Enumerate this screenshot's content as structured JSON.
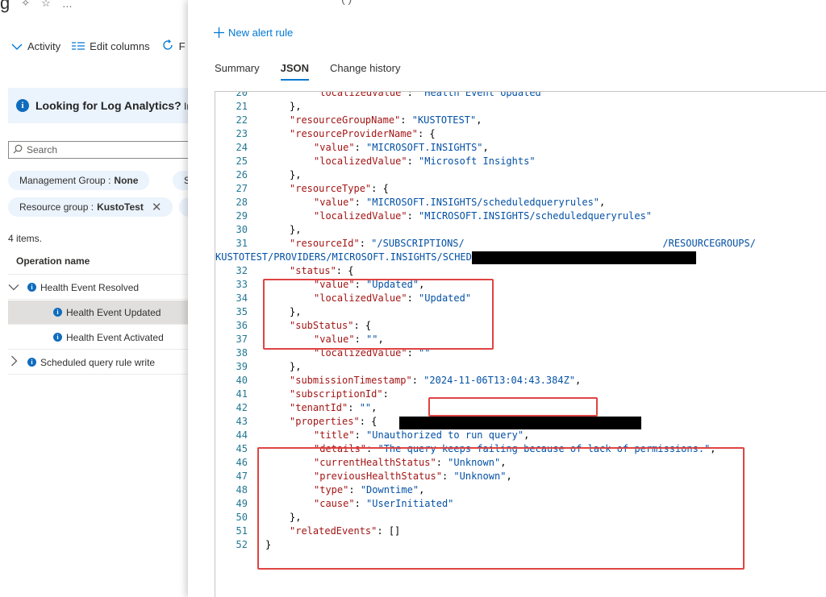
{
  "left": {
    "title_fragment": "g",
    "toolbar": {
      "activity_label": "Activity",
      "edit_columns_label": "Edit columns",
      "refresh_fragment": "F"
    },
    "banner": {
      "text": "Looking for Log Analytics?",
      "tail": " In"
    },
    "search": {
      "placeholder": "Search"
    },
    "filters": [
      {
        "prefix": "Management Group : ",
        "value": "None"
      },
      {
        "prefix": "S",
        "value": ""
      },
      {
        "prefix": "Resource group : ",
        "value": "KustoTest"
      }
    ],
    "items_count": "4 items.",
    "column_header": "Operation name",
    "rows": [
      {
        "label": "Health Event Resolved",
        "expanded": true
      },
      {
        "label": "Health Event Updated",
        "selected": true
      },
      {
        "label": "Health Event Activated"
      },
      {
        "label": "Scheduled query rule write",
        "expanded": false
      }
    ]
  },
  "panel": {
    "top_fragment": "(                    )",
    "new_alert_label": "New alert rule",
    "tabs": [
      {
        "label": "Summary",
        "active": false
      },
      {
        "label": "JSON",
        "active": true
      },
      {
        "label": "Change history",
        "active": false
      }
    ],
    "code_lines": [
      {
        "n": "20",
        "i": 2,
        "seg": [
          [
            "k",
            "\"localizedValue\""
          ],
          [
            "p",
            ": "
          ],
          [
            "s",
            "\"Health Event Updated\""
          ]
        ]
      },
      {
        "n": "21",
        "i": 1,
        "seg": [
          [
            "p",
            "},"
          ]
        ]
      },
      {
        "n": "22",
        "i": 1,
        "seg": [
          [
            "k",
            "\"resourceGroupName\""
          ],
          [
            "p",
            ": "
          ],
          [
            "s",
            "\"KUSTOTEST\""
          ],
          [
            "p",
            ","
          ]
        ]
      },
      {
        "n": "23",
        "i": 1,
        "seg": [
          [
            "k",
            "\"resourceProviderName\""
          ],
          [
            "p",
            ": {"
          ]
        ]
      },
      {
        "n": "24",
        "i": 2,
        "seg": [
          [
            "k",
            "\"value\""
          ],
          [
            "p",
            ": "
          ],
          [
            "s",
            "\"MICROSOFT.INSIGHTS\""
          ],
          [
            "p",
            ","
          ]
        ]
      },
      {
        "n": "25",
        "i": 2,
        "seg": [
          [
            "k",
            "\"localizedValue\""
          ],
          [
            "p",
            ": "
          ],
          [
            "s",
            "\"Microsoft Insights\""
          ]
        ]
      },
      {
        "n": "26",
        "i": 1,
        "seg": [
          [
            "p",
            "},"
          ]
        ]
      },
      {
        "n": "27",
        "i": 1,
        "seg": [
          [
            "k",
            "\"resourceType\""
          ],
          [
            "p",
            ": {"
          ]
        ]
      },
      {
        "n": "28",
        "i": 2,
        "seg": [
          [
            "k",
            "\"value\""
          ],
          [
            "p",
            ": "
          ],
          [
            "s",
            "\"MICROSOFT.INSIGHTS/scheduledqueryrules\""
          ],
          [
            "p",
            ","
          ]
        ]
      },
      {
        "n": "29",
        "i": 2,
        "seg": [
          [
            "k",
            "\"localizedValue\""
          ],
          [
            "p",
            ": "
          ],
          [
            "s",
            "\"MICROSOFT.INSIGHTS/scheduledqueryrules\""
          ]
        ]
      },
      {
        "n": "30",
        "i": 1,
        "seg": [
          [
            "p",
            "},"
          ]
        ]
      },
      {
        "n": "31",
        "i": 1,
        "seg": [
          [
            "k",
            "\"resourceId\""
          ],
          [
            "p",
            ": "
          ],
          [
            "s",
            "\"/SUBSCRIPTIONS/                                  /RESOURCEGROUPS/"
          ]
        ]
      },
      {
        "n": "",
        "i": 0,
        "seg": [
          [
            "s",
            "KUSTOTEST/PROVIDERS/MICROSOFT.INSIGHTS/SCHEDULEDQUERYRULES/TEST ALERT\""
          ],
          [
            "p",
            ","
          ]
        ]
      },
      {
        "n": "32",
        "i": 1,
        "seg": [
          [
            "k",
            "\"status\""
          ],
          [
            "p",
            ": {"
          ]
        ]
      },
      {
        "n": "33",
        "i": 2,
        "seg": [
          [
            "k",
            "\"value\""
          ],
          [
            "p",
            ": "
          ],
          [
            "s",
            "\"Updated\""
          ],
          [
            "p",
            ","
          ]
        ]
      },
      {
        "n": "34",
        "i": 2,
        "seg": [
          [
            "k",
            "\"localizedValue\""
          ],
          [
            "p",
            ": "
          ],
          [
            "s",
            "\"Updated\""
          ]
        ]
      },
      {
        "n": "35",
        "i": 1,
        "seg": [
          [
            "p",
            "},"
          ]
        ]
      },
      {
        "n": "36",
        "i": 1,
        "seg": [
          [
            "k",
            "\"subStatus\""
          ],
          [
            "p",
            ": {"
          ]
        ]
      },
      {
        "n": "37",
        "i": 2,
        "seg": [
          [
            "k",
            "\"value\""
          ],
          [
            "p",
            ": "
          ],
          [
            "s",
            "\"\""
          ],
          [
            "p",
            ","
          ]
        ]
      },
      {
        "n": "38",
        "i": 2,
        "seg": [
          [
            "k",
            "\"localizedValue\""
          ],
          [
            "p",
            ": "
          ],
          [
            "s",
            "\"\""
          ]
        ]
      },
      {
        "n": "39",
        "i": 1,
        "seg": [
          [
            "p",
            "},"
          ]
        ]
      },
      {
        "n": "40",
        "i": 1,
        "seg": [
          [
            "k",
            "\"submissionTimestamp\""
          ],
          [
            "p",
            ": "
          ],
          [
            "s",
            "\"2024-11-06T13:04:43.384Z\""
          ],
          [
            "p",
            ","
          ]
        ]
      },
      {
        "n": "41",
        "i": 1,
        "seg": [
          [
            "k",
            "\"subscriptionId\""
          ],
          [
            "p",
            ": "
          ]
        ]
      },
      {
        "n": "42",
        "i": 1,
        "seg": [
          [
            "k",
            "\"tenantId\""
          ],
          [
            "p",
            ": "
          ],
          [
            "s",
            "\"\""
          ],
          [
            "p",
            ","
          ]
        ]
      },
      {
        "n": "43",
        "i": 1,
        "seg": [
          [
            "k",
            "\"properties\""
          ],
          [
            "p",
            ": {"
          ]
        ]
      },
      {
        "n": "44",
        "i": 2,
        "seg": [
          [
            "k",
            "\"title\""
          ],
          [
            "p",
            ": "
          ],
          [
            "s",
            "\"Unauthorized to run query\""
          ],
          [
            "p",
            ","
          ]
        ]
      },
      {
        "n": "45",
        "i": 2,
        "seg": [
          [
            "k",
            "\"details\""
          ],
          [
            "p",
            ": "
          ],
          [
            "s",
            "\"The query keeps failing because of lack of permissions.\""
          ],
          [
            "p",
            ","
          ]
        ]
      },
      {
        "n": "46",
        "i": 2,
        "seg": [
          [
            "k",
            "\"currentHealthStatus\""
          ],
          [
            "p",
            ": "
          ],
          [
            "s",
            "\"Unknown\""
          ],
          [
            "p",
            ","
          ]
        ]
      },
      {
        "n": "47",
        "i": 2,
        "seg": [
          [
            "k",
            "\"previousHealthStatus\""
          ],
          [
            "p",
            ": "
          ],
          [
            "s",
            "\"Unknown\""
          ],
          [
            "p",
            ","
          ]
        ]
      },
      {
        "n": "48",
        "i": 2,
        "seg": [
          [
            "k",
            "\"type\""
          ],
          [
            "p",
            ": "
          ],
          [
            "s",
            "\"Downtime\""
          ],
          [
            "p",
            ","
          ]
        ]
      },
      {
        "n": "49",
        "i": 2,
        "seg": [
          [
            "k",
            "\"cause\""
          ],
          [
            "p",
            ": "
          ],
          [
            "s",
            "\"UserInitiated\""
          ]
        ]
      },
      {
        "n": "50",
        "i": 1,
        "seg": [
          [
            "p",
            "},"
          ]
        ]
      },
      {
        "n": "51",
        "i": 1,
        "seg": [
          [
            "k",
            "\"relatedEvents\""
          ],
          [
            "p",
            ": []"
          ]
        ]
      },
      {
        "n": "52",
        "i": 0,
        "seg": [
          [
            "p",
            "}"
          ]
        ]
      }
    ]
  },
  "colors": {
    "accent": "#0078d4",
    "json_key": "#a31515",
    "json_string": "#0451a5",
    "line_number": "#237893",
    "highlight_box": "#e04343"
  }
}
